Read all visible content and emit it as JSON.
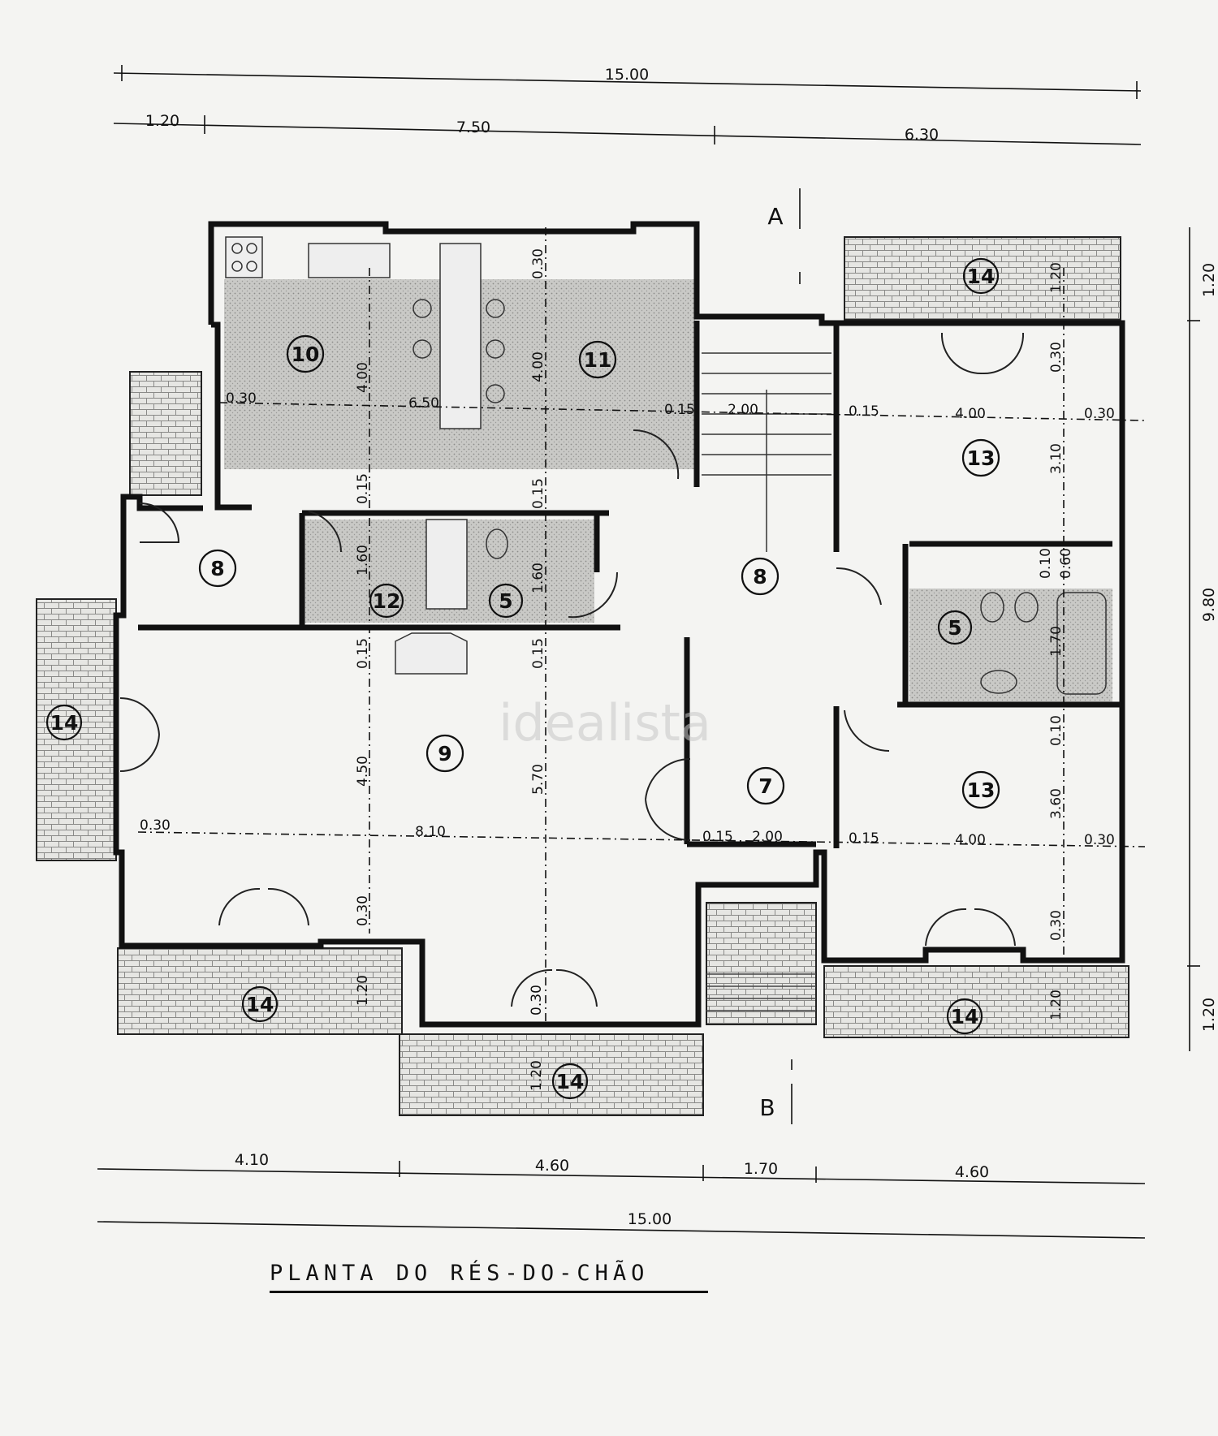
{
  "plan": {
    "title": "PLANTA DO RÉS-DO-CHÃO",
    "watermark": "idealista",
    "section_marks": [
      "A",
      "B"
    ],
    "top_dims": {
      "overall": "15.00",
      "segment_1": "1.20",
      "segment_2": "7.50",
      "segment_3": "6.30"
    },
    "bottom_dims": {
      "segment_1": "4.10",
      "segment_2": "4.60",
      "segment_3": "1.70",
      "segment_4": "4.60",
      "overall": "15.00"
    },
    "right_dims": {
      "top": "1.20",
      "middle": "9.80",
      "bottom": "1.20"
    },
    "rooms": {
      "kitchen_left": "10",
      "kitchen_right": "11",
      "hall_left": "8",
      "hall_center": "8",
      "storage": "12",
      "bath_center": "5",
      "bath_right": "5",
      "living": "9",
      "entry": "7",
      "bedroom_top": "13",
      "bedroom_bottom": "13",
      "terrace_top": "14",
      "terrace_left": "14",
      "terrace_bottom_left": "14",
      "terrace_bottom_center": "14",
      "terrace_bottom_right": "14"
    },
    "internal_dims": {
      "k_030_left": "0.30",
      "k_650": "6.50",
      "k_400_a": "4.00",
      "k_400_b": "4.00",
      "k_030_top": "0.30",
      "k_015_right": "0.15",
      "stair_200_top": "2.00",
      "k_015_a": "0.15",
      "k_015_b": "0.15",
      "s_160_a": "1.60",
      "s_160_b": "1.60",
      "l_015_a": "0.15",
      "l_015_b": "0.15",
      "l_450": "4.50",
      "l_570": "5.70",
      "l_030_left": "0.30",
      "l_810": "8.10",
      "l_030_bottom": "0.30",
      "l_120": "1.20",
      "l_030_door": "0.30",
      "l_120_terrace": "1.20",
      "e_015": "0.15",
      "e_200": "2.00",
      "r_015_top": "0.15",
      "r_400_top": "4.00",
      "r_030_top": "0.30",
      "r_310": "3.10",
      "r_120_terrace": "1.20",
      "r_030_door": "0.30",
      "r_010_a": "0.10",
      "r_060": "0.60",
      "r_170": "1.70",
      "r_010_b": "0.10",
      "r_360": "3.60",
      "r_015_bottom": "0.15",
      "r_400_bottom": "4.00",
      "r_030_bottom": "0.30",
      "r_030_low": "0.30",
      "r_120_low": "1.20"
    }
  }
}
